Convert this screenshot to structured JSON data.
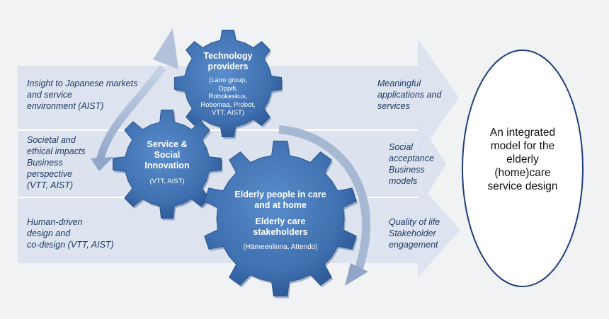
{
  "colors": {
    "background": "#f1f2f4",
    "band": "#dde4ef",
    "gear": "#3e6fae",
    "gear_dark": "#2a5593",
    "arc": "#a7b8d3",
    "text_italic": "#1f3864",
    "ellipse_border": "#1f3d7a"
  },
  "bands": [
    {
      "left_lines": [
        "Insight to Japanese markets",
        "and service",
        "environment (AIST)"
      ],
      "right_lines": [
        "Meaningful",
        "applications and",
        "services"
      ]
    },
    {
      "left_lines": [
        "Societal and",
        "ethical impacts",
        "Business",
        "perspective",
        "(VTT, AIST)"
      ],
      "right_lines": [
        "Social",
        "acceptance",
        "Business",
        "models"
      ]
    },
    {
      "left_lines": [
        "Human-driven",
        "design and",
        "co-design (VTT, AIST)"
      ],
      "right_lines": [
        "Quality of life",
        "Stakeholder",
        "engagement"
      ]
    }
  ],
  "gears": {
    "technology": {
      "title_lines": [
        "Technology",
        "providers"
      ],
      "sub_lines": [
        "(Lano group,",
        "Oppifi,",
        "Robokeskus,",
        "Robomaa, Probot,",
        "VTT, AIST)"
      ]
    },
    "service": {
      "title_lines": [
        "Service &",
        "Social",
        "Innovation"
      ],
      "sub_lines": [
        "(VTT, AIST)"
      ]
    },
    "elderly": {
      "title_lines": [
        "Elderly people in care",
        "and at home"
      ],
      "title2_lines": [
        "Elderly care",
        "stakeholders"
      ],
      "sub_lines": [
        "(Hämeenlinna, Attendo)"
      ]
    }
  },
  "outcome": {
    "lines": [
      "An integrated",
      "model for the",
      "elderly",
      "(home)care",
      "service design"
    ]
  }
}
